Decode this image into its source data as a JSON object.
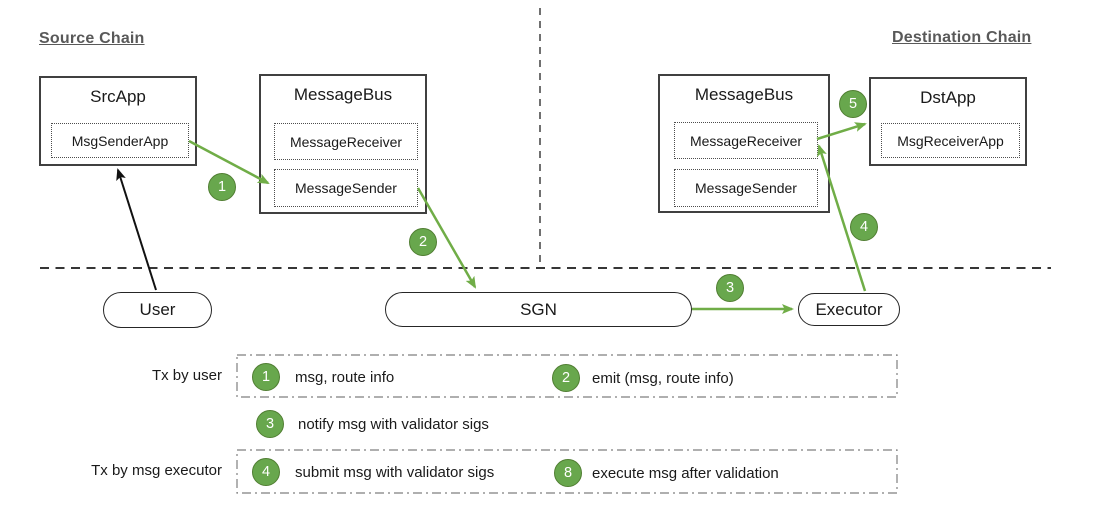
{
  "titles": {
    "source": "Source Chain",
    "destination": "Destination Chain"
  },
  "boxes": {
    "src_app": {
      "title": "SrcApp",
      "sub1": "MsgSenderApp"
    },
    "bus_src": {
      "title": "MessageBus",
      "sub1": "MessageReceiver",
      "sub2": "MessageSender"
    },
    "bus_dst": {
      "title": "MessageBus",
      "sub1": "MessageReceiver",
      "sub2": "MessageSender"
    },
    "dst_app": {
      "title": "DstApp",
      "sub1": "MsgReceiverApp"
    }
  },
  "pills": {
    "user": "User",
    "sgn": "SGN",
    "executor": "Executor"
  },
  "steps": {
    "s1": "1",
    "s2": "2",
    "s3": "3",
    "s4": "4",
    "s5": "5"
  },
  "legend": {
    "label_user": "Tx by user",
    "label_executor": "Tx by msg executor",
    "item1": {
      "num": "1",
      "text": "msg, route info"
    },
    "item2": {
      "num": "2",
      "text": "emit (msg, route info)"
    },
    "item3": {
      "num": "3",
      "text": "notify msg with validator sigs"
    },
    "item4": {
      "num": "4",
      "text": "submit msg with validator sigs"
    },
    "item5": {
      "num": "8",
      "text": "execute msg after validation"
    }
  },
  "colors": {
    "green": "#70ad47",
    "badge_fill": "#68a74d",
    "badge_border": "#507e32",
    "title_gray": "#595959"
  }
}
